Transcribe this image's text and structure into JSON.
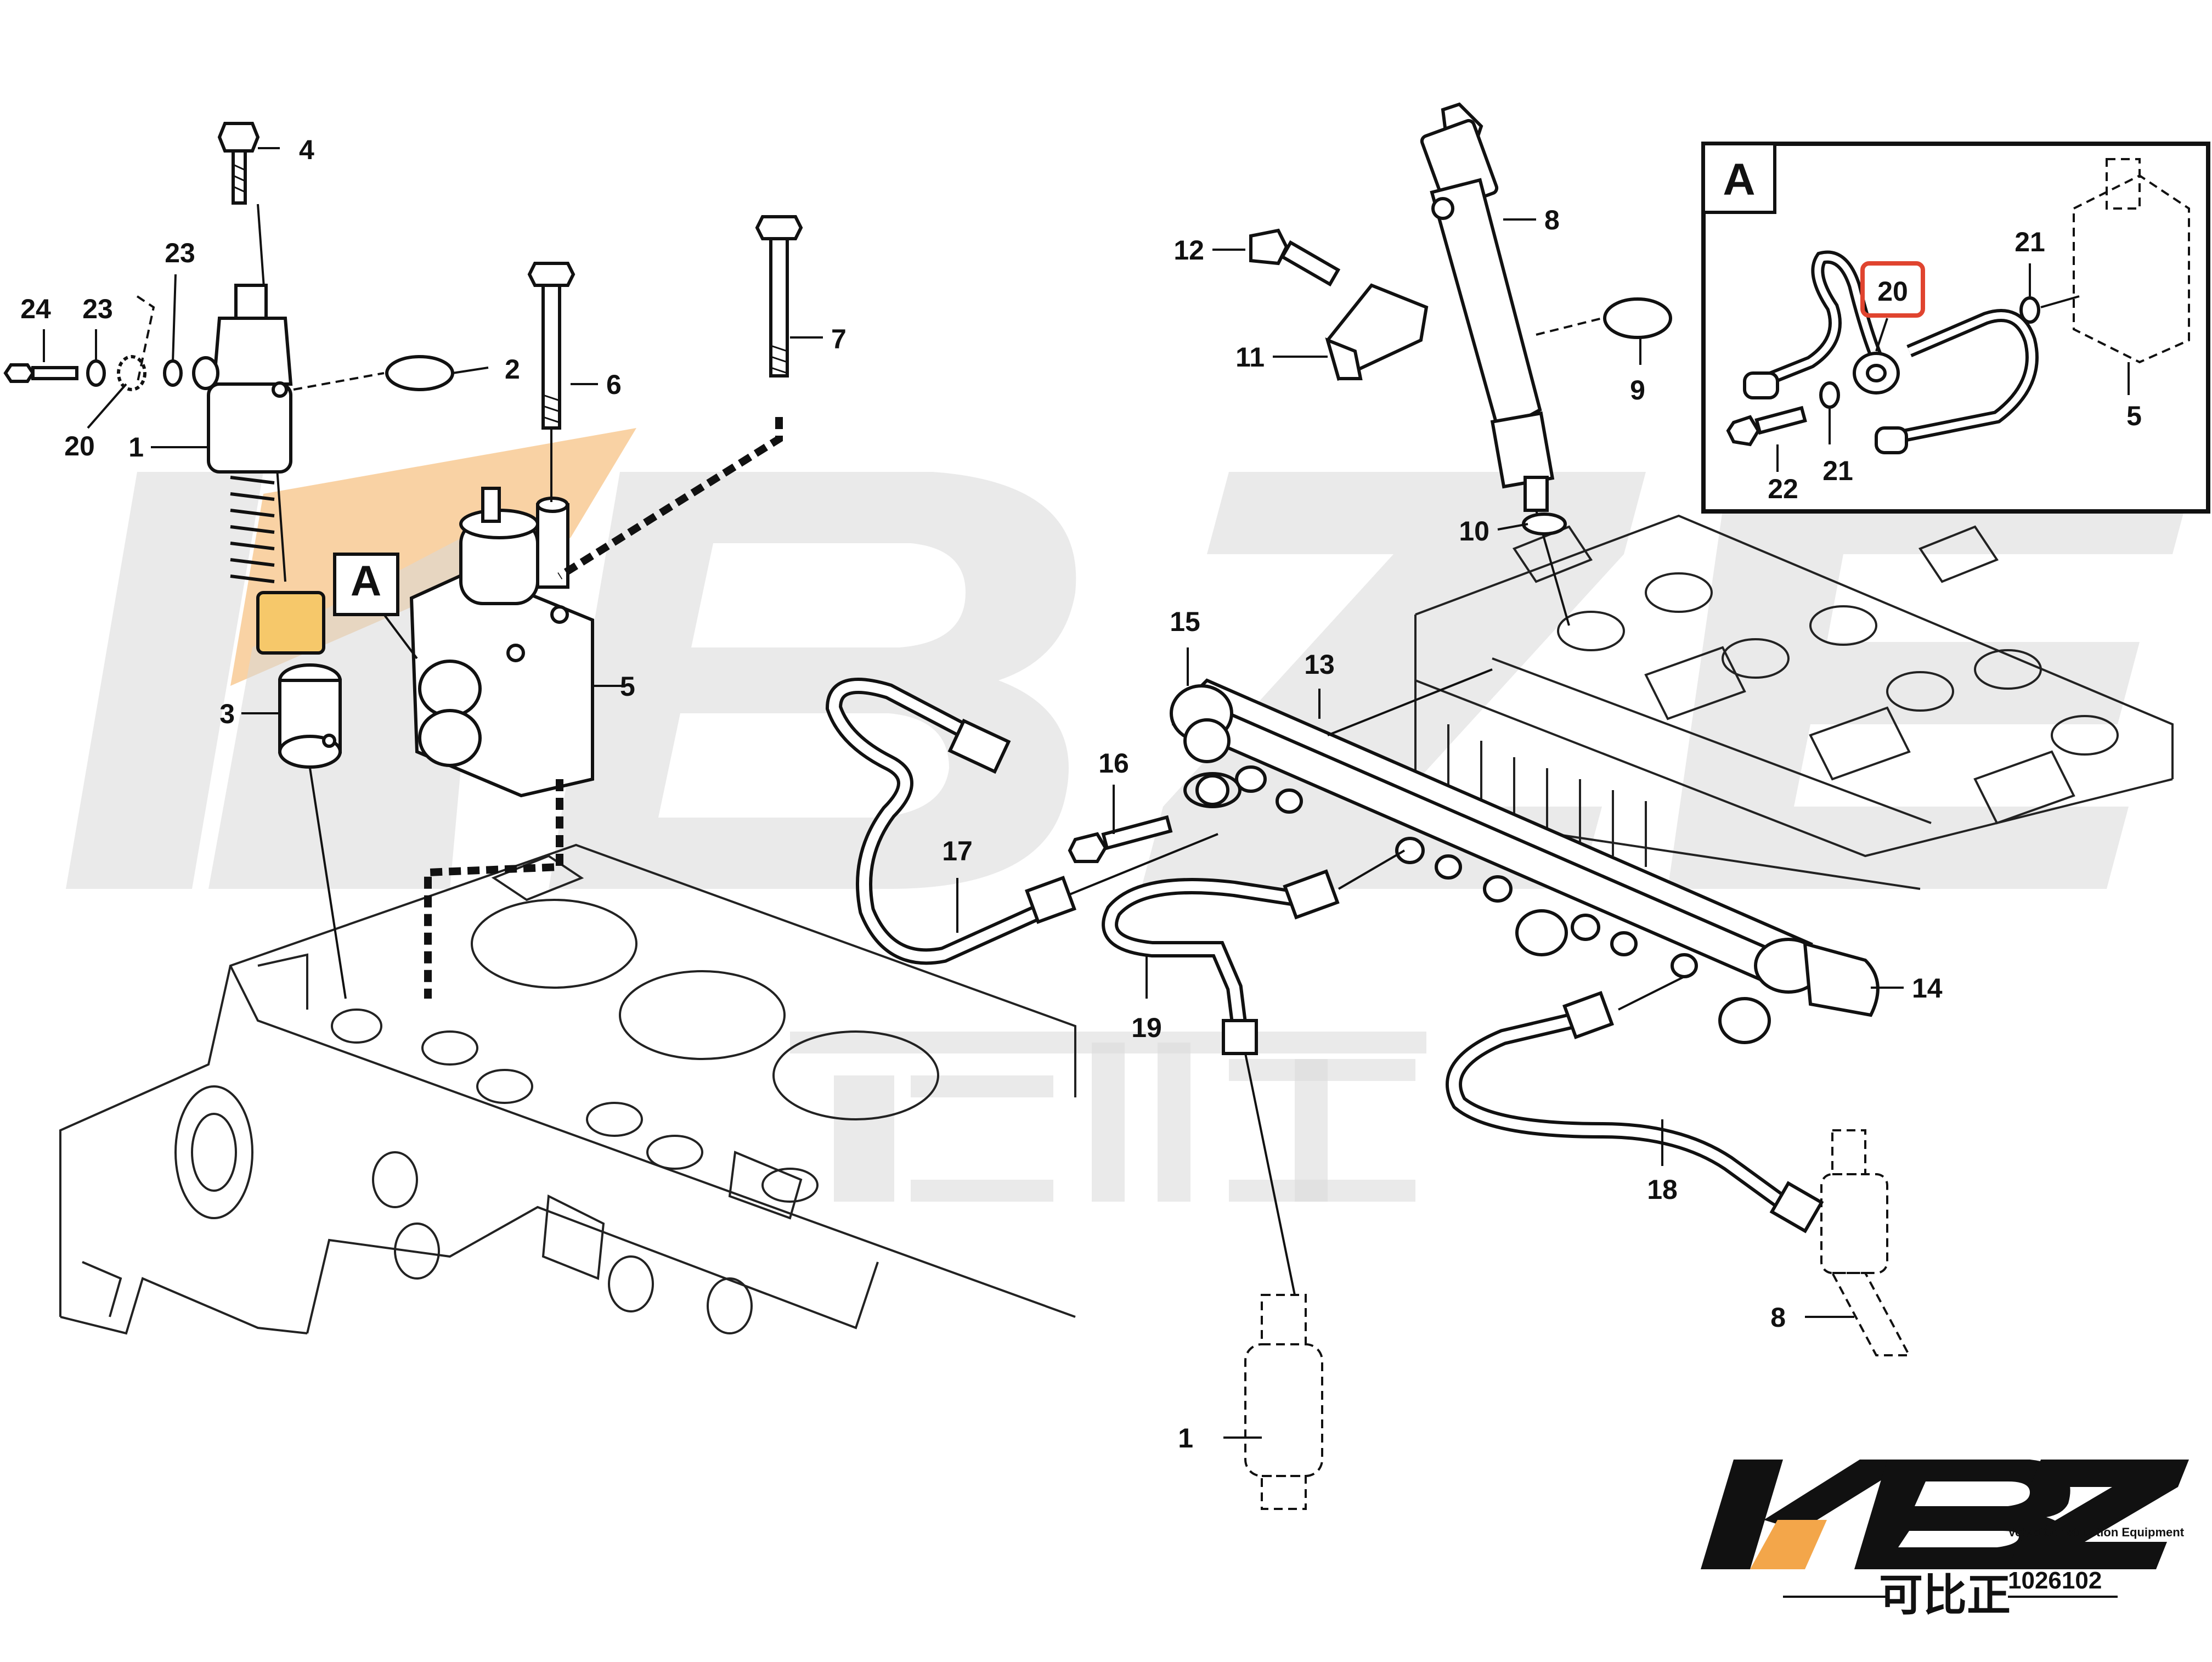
{
  "diagram": {
    "callouts": [
      {
        "id": "c1a",
        "label": "1"
      },
      {
        "id": "c2",
        "label": "2"
      },
      {
        "id": "c3",
        "label": "3"
      },
      {
        "id": "c4",
        "label": "4"
      },
      {
        "id": "c5a",
        "label": "5"
      },
      {
        "id": "c6",
        "label": "6"
      },
      {
        "id": "c7",
        "label": "7"
      },
      {
        "id": "c8a",
        "label": "8"
      },
      {
        "id": "c9",
        "label": "9"
      },
      {
        "id": "c10",
        "label": "10"
      },
      {
        "id": "c11",
        "label": "11"
      },
      {
        "id": "c12",
        "label": "12"
      },
      {
        "id": "c13",
        "label": "13"
      },
      {
        "id": "c14",
        "label": "14"
      },
      {
        "id": "c15",
        "label": "15"
      },
      {
        "id": "c16",
        "label": "16"
      },
      {
        "id": "c17",
        "label": "17"
      },
      {
        "id": "c18",
        "label": "18"
      },
      {
        "id": "c19",
        "label": "19"
      },
      {
        "id": "c20a",
        "label": "20"
      },
      {
        "id": "c23a",
        "label": "23"
      },
      {
        "id": "c23b",
        "label": "23"
      },
      {
        "id": "c24",
        "label": "24"
      },
      {
        "id": "c1b",
        "label": "1"
      },
      {
        "id": "c8b",
        "label": "8"
      }
    ],
    "detail_marker": "A",
    "inset": {
      "title": "A",
      "callouts": [
        {
          "id": "i20",
          "label": "20",
          "highlighted": true
        },
        {
          "id": "i21a",
          "label": "21"
        },
        {
          "id": "i21b",
          "label": "21"
        },
        {
          "id": "i22",
          "label": "22"
        },
        {
          "id": "i5",
          "label": "5"
        }
      ]
    },
    "footer": {
      "source": "Volvo Construction Equipment",
      "drawing_number": "1026102"
    },
    "watermark": {
      "brand": "KBZE",
      "chinese": "可比正"
    },
    "colors": {
      "line": "#111111",
      "highlight": "#e0442f",
      "watermark_orange": "#f3a64a",
      "watermark_gray": "#d8d8d8"
    }
  }
}
